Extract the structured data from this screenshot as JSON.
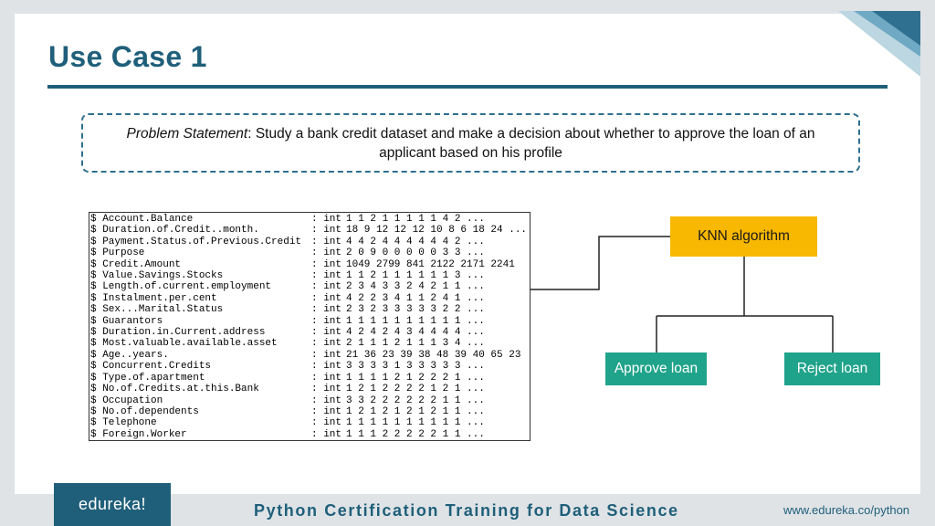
{
  "slide": {
    "title": "Use Case 1",
    "problem": {
      "label": "Problem Statement",
      "text": ": Study a bank credit dataset and make a decision about whether to approve the loan of an applicant based on his profile"
    },
    "dataset": {
      "rows": [
        {
          "name": "$ Account.Balance",
          "type": ": int",
          "values": "1 1 2 1 1 1 1 1 4 2 ..."
        },
        {
          "name": "$ Duration.of.Credit..month.",
          "type": ": int",
          "values": "18 9 12 12 12 10 8 6 18 24 ..."
        },
        {
          "name": "$ Payment.Status.of.Previous.Credit",
          "type": ": int",
          "values": "4 4 2 4 4 4 4 4 4 2 ..."
        },
        {
          "name": "$ Purpose",
          "type": ": int",
          "values": "2 0 9 0 0 0 0 0 3 3 ..."
        },
        {
          "name": "$ Credit.Amount",
          "type": ": int",
          "values": "1049 2799 841 2122 2171 2241"
        },
        {
          "name": "$ Value.Savings.Stocks",
          "type": ": int",
          "values": "1 1 2 1 1 1 1 1 1 3 ..."
        },
        {
          "name": "$ Length.of.current.employment",
          "type": ": int",
          "values": "2 3 4 3 3 2 4 2 1 1 ..."
        },
        {
          "name": "$ Instalment.per.cent",
          "type": ": int",
          "values": "4 2 2 3 4 1 1 2 4 1 ..."
        },
        {
          "name": "$ Sex...Marital.Status",
          "type": ": int",
          "values": "2 3 2 3 3 3 3 3 2 2 ..."
        },
        {
          "name": "$ Guarantors",
          "type": ": int",
          "values": "1 1 1 1 1 1 1 1 1 1 ..."
        },
        {
          "name": "$ Duration.in.Current.address",
          "type": ": int",
          "values": "4 2 4 2 4 3 4 4 4 4 ..."
        },
        {
          "name": "$ Most.valuable.available.asset",
          "type": ": int",
          "values": "2 1 1 1 2 1 1 1 3 4 ..."
        },
        {
          "name": "$ Age..years.",
          "type": ": int",
          "values": "21 36 23 39 38 48 39 40 65 23"
        },
        {
          "name": "$ Concurrent.Credits",
          "type": ": int",
          "values": "3 3 3 3 1 3 3 3 3 3 ..."
        },
        {
          "name": "$ Type.of.apartment",
          "type": ": int",
          "values": "1 1 1 1 2 1 2 2 2 1 ..."
        },
        {
          "name": "$ No.of.Credits.at.this.Bank",
          "type": ": int",
          "values": "1 2 1 2 2 2 2 1 2 1 ..."
        },
        {
          "name": "$ Occupation",
          "type": ": int",
          "values": "3 3 2 2 2 2 2 2 1 1 ..."
        },
        {
          "name": "$ No.of.dependents",
          "type": ": int",
          "values": "1 2 1 2 1 2 1 2 1 1 ..."
        },
        {
          "name": "$ Telephone",
          "type": ": int",
          "values": "1 1 1 1 1 1 1 1 1 1 ..."
        },
        {
          "name": "$ Foreign.Worker",
          "type": ": int",
          "values": "1 1 1 2 2 2 2 2 1 1 ..."
        }
      ]
    },
    "diagram": {
      "knn_label": "KNN algorithm",
      "approve_label": "Approve loan",
      "reject_label": "Reject loan"
    },
    "footer": {
      "logo": "edureka!",
      "course": "Python Certification Training for Data Science",
      "url": "www.edureka.co/python"
    },
    "colors": {
      "primary": "#1f5f7a",
      "knn": "#f8b700",
      "outcome": "#20a38b"
    }
  }
}
